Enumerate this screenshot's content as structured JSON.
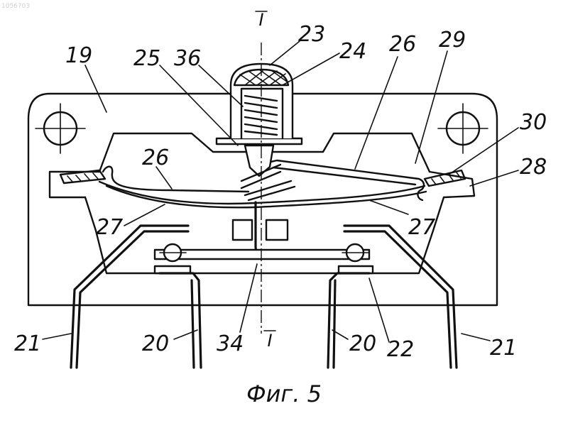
{
  "watermark": "1056703",
  "caption": "Фиг. 5",
  "section_mark_top": "I",
  "section_mark_bottom": "I",
  "labels": {
    "l19": "19",
    "l25": "25",
    "l36": "36",
    "l23": "23",
    "l24": "24",
    "l26_top": "26",
    "l29": "29",
    "l30": "30",
    "l28": "28",
    "l26_left": "26",
    "l27_left": "27",
    "l27_right": "27",
    "l21_left": "21",
    "l20_left": "20",
    "l34": "34",
    "l20_right": "20",
    "l22": "22",
    "l21_right": "21"
  }
}
